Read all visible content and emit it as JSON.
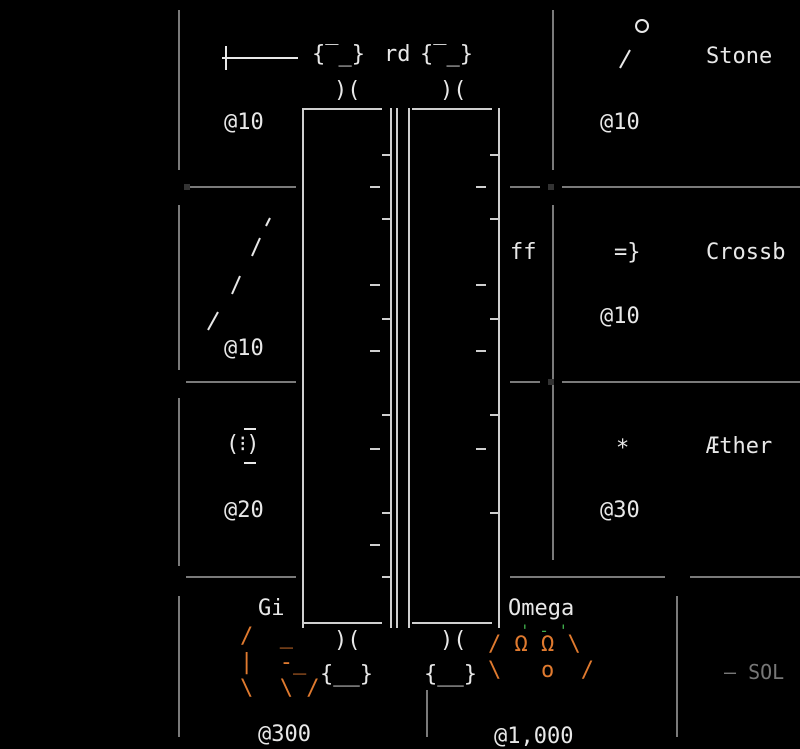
{
  "shop": {
    "items": [
      {
        "id": "sword",
        "price": "@10",
        "icon": "sword-icon"
      },
      {
        "id": "stone",
        "name": "Stone",
        "price": "@10",
        "icon": "sling-icon"
      },
      {
        "id": "spear",
        "price": "@10",
        "icon": "spear-icon"
      },
      {
        "id": "crossbow",
        "name": "Crossb",
        "price": "@10",
        "icon": "crossbow-icon",
        "suffix": "ff"
      },
      {
        "id": "orb",
        "price": "@20",
        "icon": "orb-icon"
      },
      {
        "id": "aether",
        "name": "Æther",
        "price": "@30",
        "icon": "star-icon"
      }
    ],
    "bottom": [
      {
        "id": "gi",
        "name": "Gi",
        "price": "@300"
      },
      {
        "id": "omega",
        "name": "Omega",
        "price": "@1,000"
      },
      {
        "id": "sold",
        "name": "– SOL"
      }
    ]
  },
  "tower": {
    "top_left": "{‾_}",
    "top_mid": "rd",
    "top_right": "{‾_}",
    "joint": ")(",
    "bottom_left": "{__}",
    "bottom_right": "{__}"
  },
  "colors": {
    "accent": "#e07a2f",
    "green": "#3fae4c",
    "line": "#7a7a7a"
  }
}
